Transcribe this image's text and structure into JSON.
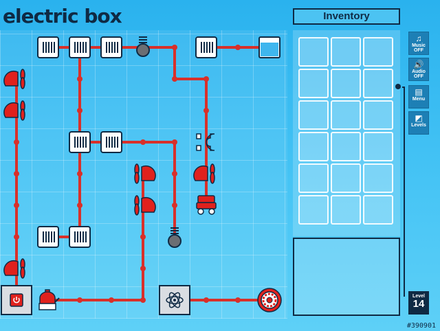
{
  "game": {
    "title": "electric box"
  },
  "inventory": {
    "title": "Inventory",
    "slots": 18
  },
  "sidebar": {
    "music": {
      "line1": "Music",
      "line2": "OFF",
      "icon": "music-note-icon"
    },
    "audio": {
      "line1": "Audio",
      "line2": "OFF",
      "icon": "speaker-icon"
    },
    "menu": {
      "label": "Menu",
      "icon": "menu-icon"
    },
    "levels": {
      "label": "Levels",
      "icon": "levels-icon"
    }
  },
  "level": {
    "label": "Level",
    "number": "14"
  },
  "watermark": "#390901",
  "colors": {
    "wire": "#d8302a",
    "background": "#34b9f0",
    "dark": "#0f2a44"
  }
}
